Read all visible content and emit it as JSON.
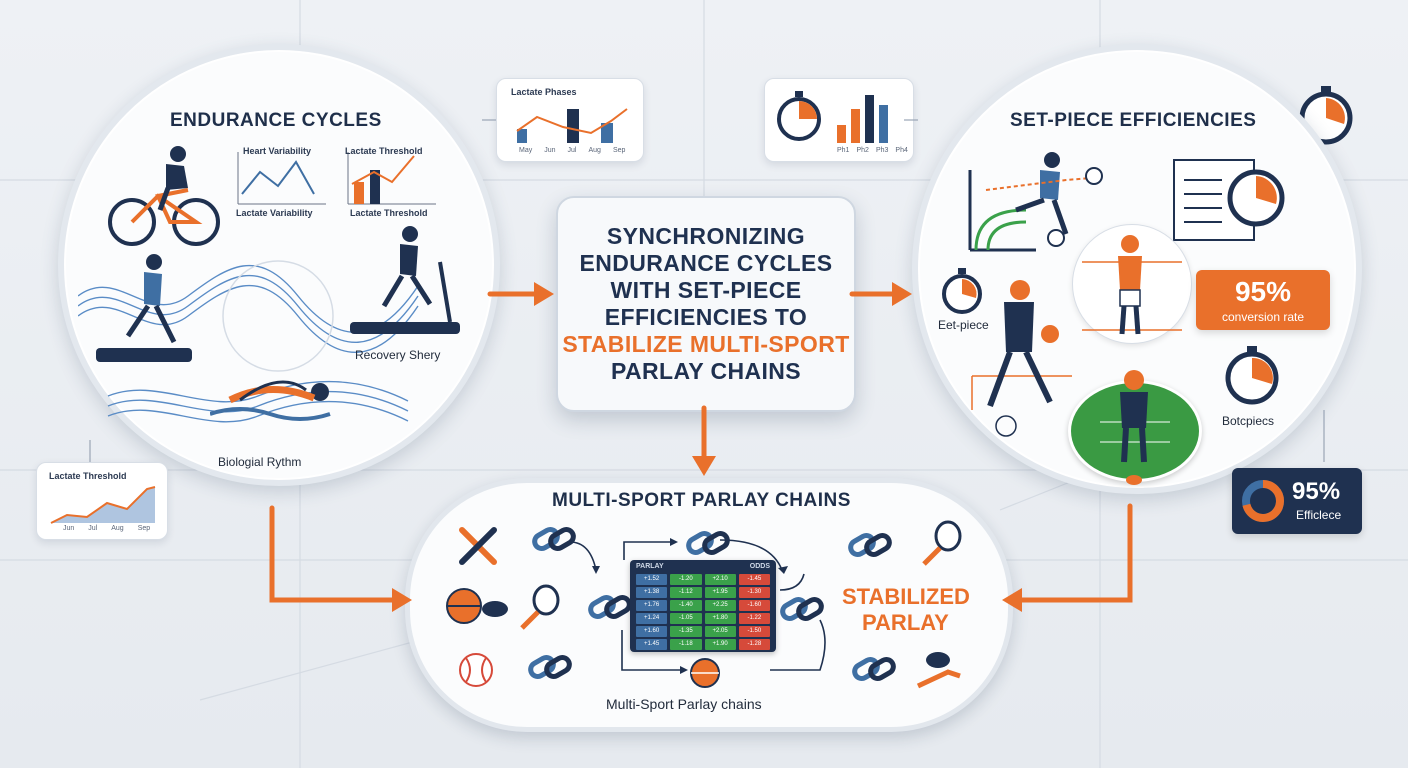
{
  "endurance": {
    "title": "ENDURANCE CYCLES",
    "chart1_label": "Heart Variability",
    "chart1_sub": "Lactate Variability",
    "chart2_label": "Lactate Threshold",
    "chart2_sub": "Lactate Threshold",
    "recovery_label": "Recovery Shery",
    "rhythm_label": "Biologial Rythm"
  },
  "lactate_card_top": {
    "title": "Lactate Phases",
    "ticks": [
      "May",
      "Jun",
      "Jul",
      "Aug",
      "Sep"
    ]
  },
  "lactate_card_bottom": {
    "title": "Lactate Threshold",
    "ticks": [
      "Jun",
      "Jul",
      "Aug",
      "Sep"
    ]
  },
  "timer_card": {
    "ticks": [
      "Ph1",
      "Ph2",
      "Ph3",
      "Ph4"
    ]
  },
  "center": {
    "line1": "SYNCHRONIZING",
    "line2": "ENDURANCE CYCLES",
    "line3": "WITH SET-PIECE",
    "line4": "EFFICIENCIES TO",
    "line5": "STABILIZE MULTI-SPORT",
    "line6": "PARLAY CHAINS"
  },
  "setpiece": {
    "title": "SET-PIECE EFFICIENCIES",
    "kpi_value": "95%",
    "kpi_label": "conversion rate",
    "left_label": "Eet-piece",
    "right_label": "Botcpiecs"
  },
  "efficiency_badge": {
    "value": "95%",
    "label": "Efficlece",
    "percent": 0.95
  },
  "parlay": {
    "title": "MULTI-SPORT PARLAY CHAINS",
    "stabilized_1": "STABILIZED",
    "stabilized_2": "PARLAY",
    "caption": "Multi-Sport Parlay chains",
    "table_header_left": "PARLAY",
    "table_header_right": "ODDS",
    "table_rows": [
      [
        "+1.52",
        "-1.20",
        "+2.10",
        "-1.45"
      ],
      [
        "+1.38",
        "-1.12",
        "+1.95",
        "-1.30"
      ],
      [
        "+1.76",
        "-1.40",
        "+2.25",
        "-1.60"
      ],
      [
        "+1.24",
        "-1.05",
        "+1.80",
        "-1.22"
      ],
      [
        "+1.60",
        "-1.35",
        "+2.05",
        "-1.50"
      ],
      [
        "+1.45",
        "-1.18",
        "+1.90",
        "-1.28"
      ]
    ]
  },
  "colors": {
    "navy": "#1f3150",
    "orange": "#e9702b",
    "blue": "#3f6fa3",
    "green": "#3aa14a",
    "red": "#d64a3a"
  }
}
